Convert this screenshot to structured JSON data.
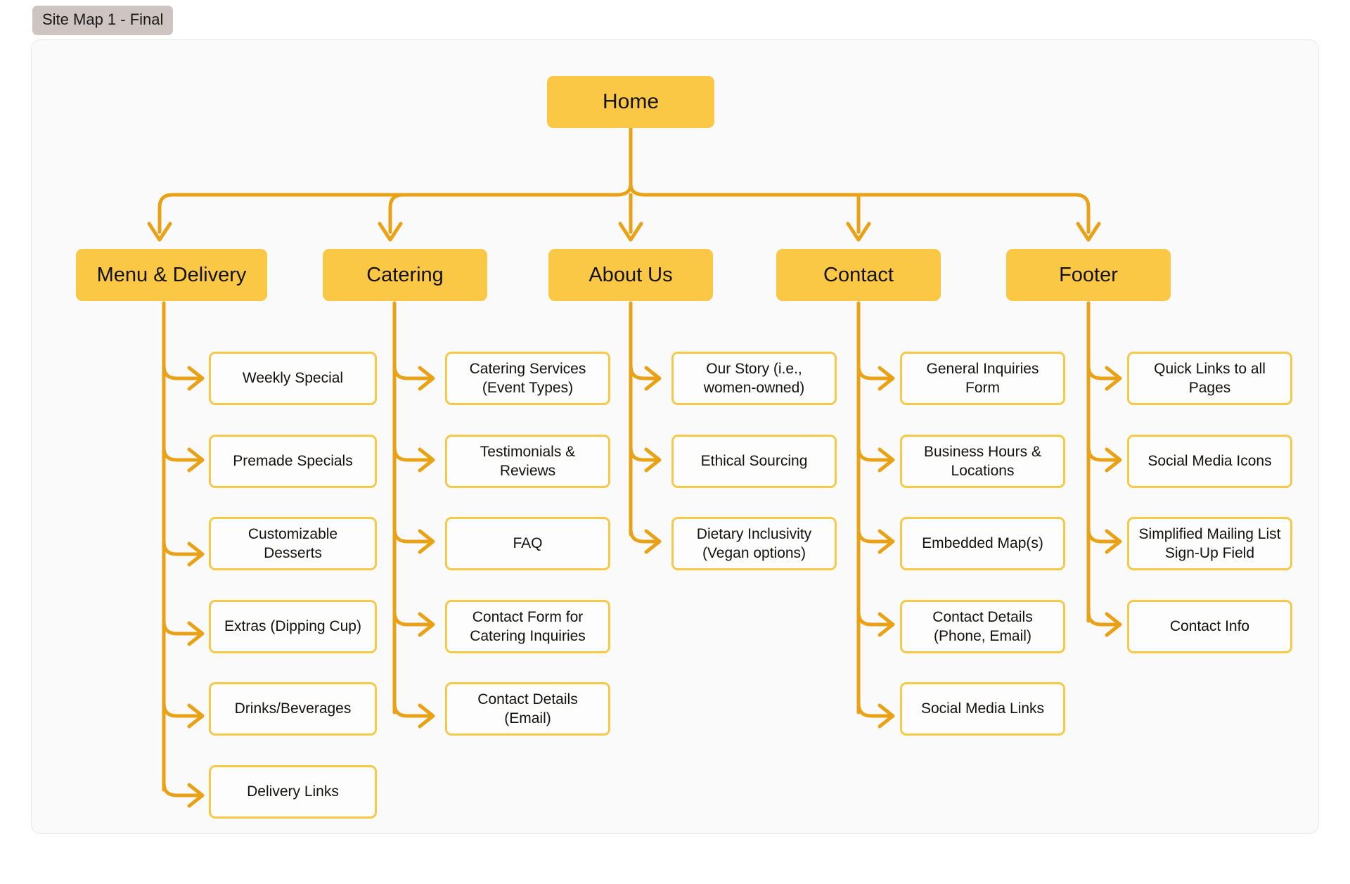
{
  "tag": {
    "label": "Site Map 1 - Final"
  },
  "colors": {
    "node_fill": "#fbc846",
    "leaf_border": "#f7c948",
    "edge": "#e9a216",
    "canvas_bg": "#fafafa",
    "tag_bg": "#cec4c2",
    "text": "#14110d"
  },
  "chart_data": {
    "type": "diagram",
    "title": "Site Map 1 - Final",
    "root": "Home",
    "sections": [
      {
        "label": "Menu & Delivery",
        "children": [
          "Weekly Special",
          "Premade Specials",
          "Customizable Desserts",
          "Extras (Dipping Cup)",
          "Drinks/Beverages",
          "Delivery Links"
        ]
      },
      {
        "label": "Catering",
        "children": [
          "Catering Services (Event Types)",
          "Testimonials & Reviews",
          "FAQ",
          "Contact Form for Catering Inquiries",
          "Contact Details (Email)"
        ]
      },
      {
        "label": "About Us",
        "children": [
          "Our Story (i.e., women-owned)",
          "Ethical Sourcing",
          "Dietary Inclusivity (Vegan options)"
        ]
      },
      {
        "label": "Contact",
        "children": [
          "General Inquiries Form",
          "Business Hours & Locations",
          "Embedded Map(s)",
          "Contact Details (Phone, Email)",
          "Social Media Links"
        ]
      },
      {
        "label": "Footer",
        "children": [
          "Quick Links to all Pages",
          "Social Media Icons",
          "Simplified Mailing List Sign-Up Field",
          "Contact Info"
        ]
      }
    ]
  },
  "nodes": {
    "root": "Home",
    "s0": "Menu & Delivery",
    "s1": "Catering",
    "s2": "About Us",
    "s3": "Contact",
    "s4": "Footer",
    "c0_0": "Weekly Special",
    "c0_1": "Premade Specials",
    "c0_2": "Customizable Desserts",
    "c0_3": "Extras (Dipping Cup)",
    "c0_4": "Drinks/Beverages",
    "c0_5": "Delivery Links",
    "c1_0": "Catering Services (Event Types)",
    "c1_1": "Testimonials & Reviews",
    "c1_2": "FAQ",
    "c1_3": "Contact Form for Catering Inquiries",
    "c1_4": "Contact Details (Email)",
    "c2_0": "Our Story (i.e., women-owned)",
    "c2_1": "Ethical Sourcing",
    "c2_2": "Dietary Inclusivity (Vegan options)",
    "c3_0": "General Inquiries Form",
    "c3_1": "Business Hours & Locations",
    "c3_2": "Embedded Map(s)",
    "c3_3": "Contact Details (Phone, Email)",
    "c3_4": "Social Media Links",
    "c4_0": "Quick Links to all Pages",
    "c4_1": "Social Media Icons",
    "c4_2": "Simplified Mailing List Sign-Up Field",
    "c4_3": "Contact Info"
  }
}
